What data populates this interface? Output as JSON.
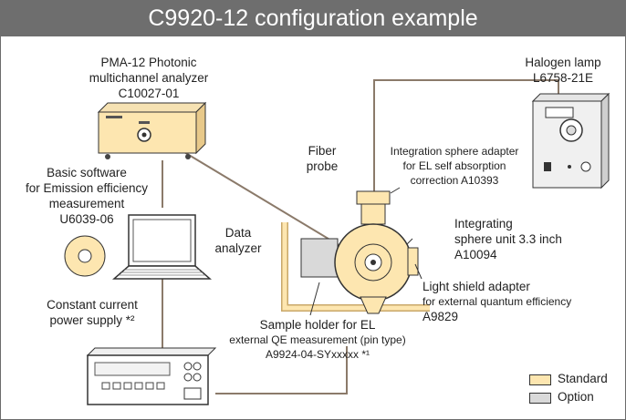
{
  "title": "C9920-12 configuration example",
  "components": {
    "pma": [
      "PMA-12 Photonic",
      "multichannel analyzer",
      "C10027-01"
    ],
    "halogen": [
      "Halogen lamp",
      "L6758-21E"
    ],
    "fiber": [
      "Fiber",
      "probe"
    ],
    "software": [
      "Basic software",
      "for Emission efficiency",
      "measurement",
      "U6039-06"
    ],
    "data_analyzer": [
      "Data",
      "analyzer"
    ],
    "sphere_adapter": [
      "Integration sphere adapter",
      "for EL self absorption",
      "correction A10393"
    ],
    "integrating_sphere": [
      "Integrating",
      "sphere unit 3.3 inch",
      "A10094"
    ],
    "light_shield": [
      "Light shield adapter",
      "for external quantum efficiency",
      "A9829"
    ],
    "power_supply": [
      "Constant current",
      "power supply *²"
    ],
    "sample_holder": [
      "Sample holder for EL",
      "external QE measurement (pin type)",
      "A9924-04-SYxxxxx *¹"
    ]
  },
  "legend": [
    {
      "label": "Standard",
      "color": "#fde6b0"
    },
    {
      "label": "Option",
      "color": "#d9d9d9"
    }
  ],
  "colors": {
    "title_bg": "#6e6e6e",
    "standard": "#fde6b0",
    "option": "#d9d9d9"
  }
}
